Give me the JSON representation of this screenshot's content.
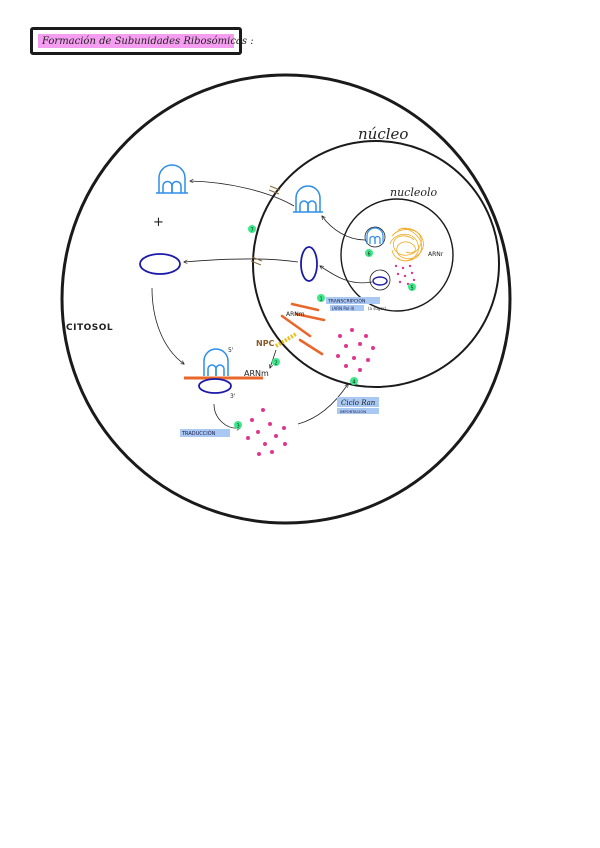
{
  "title": "Formación de Subunidades Ribosómicas :",
  "labels": {
    "nucleus": "núcleo",
    "nucleolus": "nucleolo",
    "cytosol": "CITOSOL",
    "rrna": "ARNr",
    "mrna_nuclear": "ARNm",
    "mrna_cytosol": "ARNm",
    "npc": "NPC",
    "five_prime": "5'",
    "three_prime": "3'",
    "plus": "+",
    "transcription_tag": "TRANSCRIPCIÓN",
    "transcription_sub": "(ARN Pol II)",
    "transcription_note": "(a sugar)",
    "translation_tag": "TRADUCCIÓN",
    "ciclo_ran": "Ciclo Ran",
    "importation_tag": "IMPORTACIÓN"
  },
  "steps": {
    "s1": "1",
    "s2": "2",
    "s3": "3",
    "s4": "4",
    "s5": "5",
    "s6": "6",
    "s7": "7"
  },
  "colors": {
    "title_bg": "#f59df0",
    "large_subunit": "#2e8ee8",
    "small_subunit": "#1c1aa8",
    "mrna": "#e8672a",
    "proteins": "#e0368f",
    "step_badge": "#3ee88a",
    "tag_bg": "#a9c8f2",
    "rrna_tangle": "#f0a820"
  }
}
